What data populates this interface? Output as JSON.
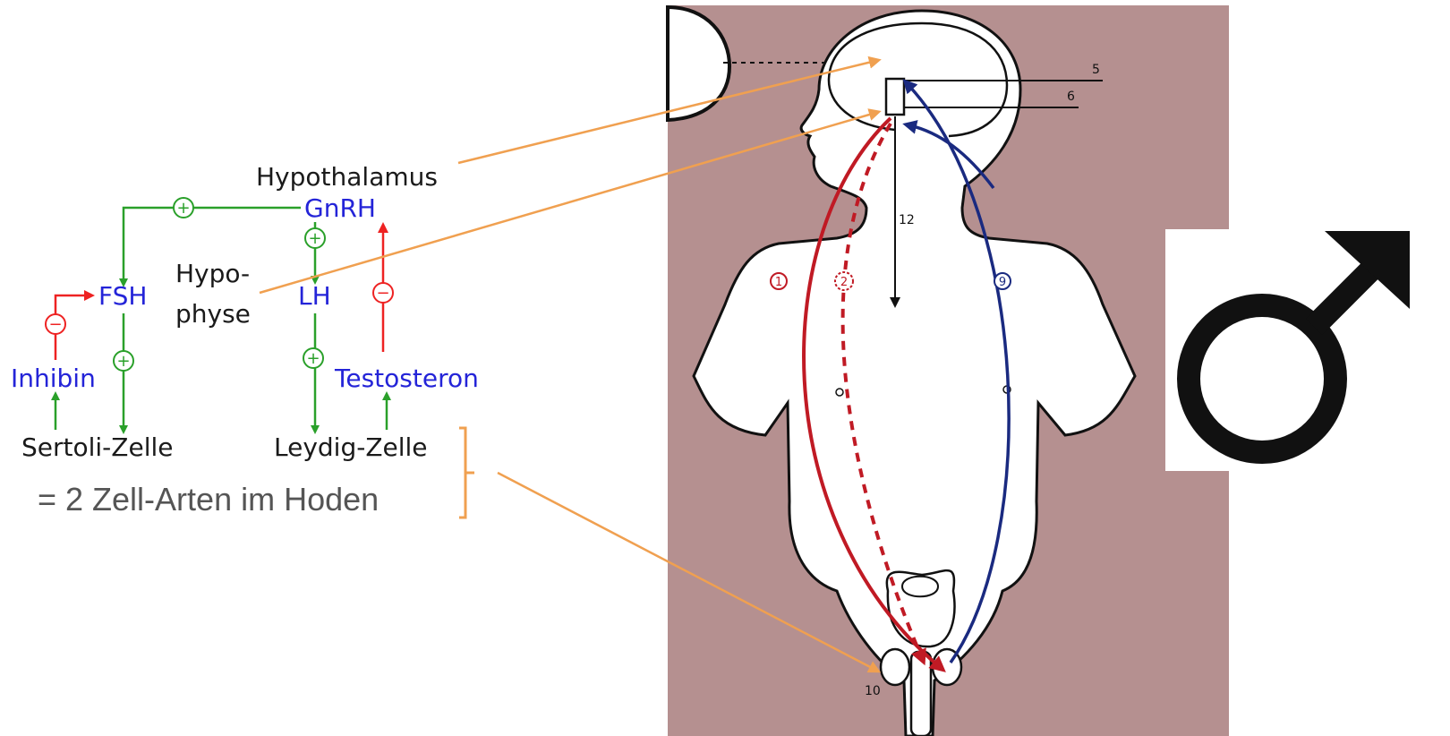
{
  "diagram": {
    "labels": {
      "hypothalamus": "Hypothalamus",
      "gnrh": "GnRH",
      "hypophyse_line1": "Hypo-",
      "hypophyse_line2": "physe",
      "fsh": "FSH",
      "lh": "LH",
      "inhibin": "Inhibin",
      "testosteron": "Testosteron",
      "sertoli": "Sertoli-Zelle",
      "leydig": "Leydig-Zelle",
      "caption": "= 2 Zell-Arten im Hoden"
    },
    "signs": {
      "plus": "+",
      "minus": "−"
    },
    "body_numbers": {
      "n1": "1",
      "n2": "2",
      "n5": "5",
      "n6": "6",
      "n9": "9",
      "n10": "10",
      "n12": "12"
    },
    "colors": {
      "stimulation": "#2aa02a",
      "inhibition": "#ee2222",
      "hormone_text": "#2424d8",
      "pointer": "#f0a050",
      "body_background": "#b59090",
      "arrow_red": "#c01a24",
      "arrow_blue": "#1a2a80"
    },
    "male_symbol": "male-symbol"
  }
}
